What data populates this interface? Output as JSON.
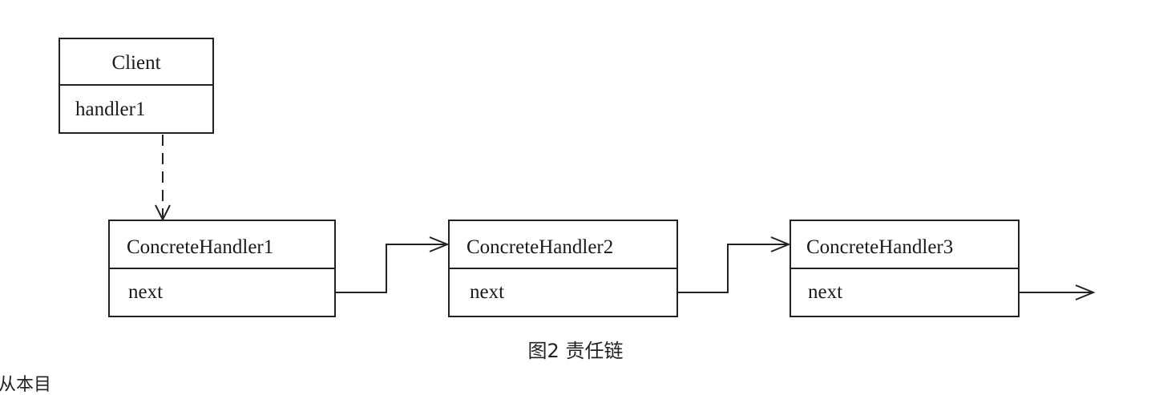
{
  "diagram": {
    "client": {
      "name": "Client",
      "field": "handler1"
    },
    "handlers": [
      {
        "name": "ConcreteHandler1",
        "field": "next"
      },
      {
        "name": "ConcreteHandler2",
        "field": "next"
      },
      {
        "name": "ConcreteHandler3",
        "field": "next"
      }
    ],
    "caption": "图2 责任链"
  },
  "truncated_text": "从本目"
}
